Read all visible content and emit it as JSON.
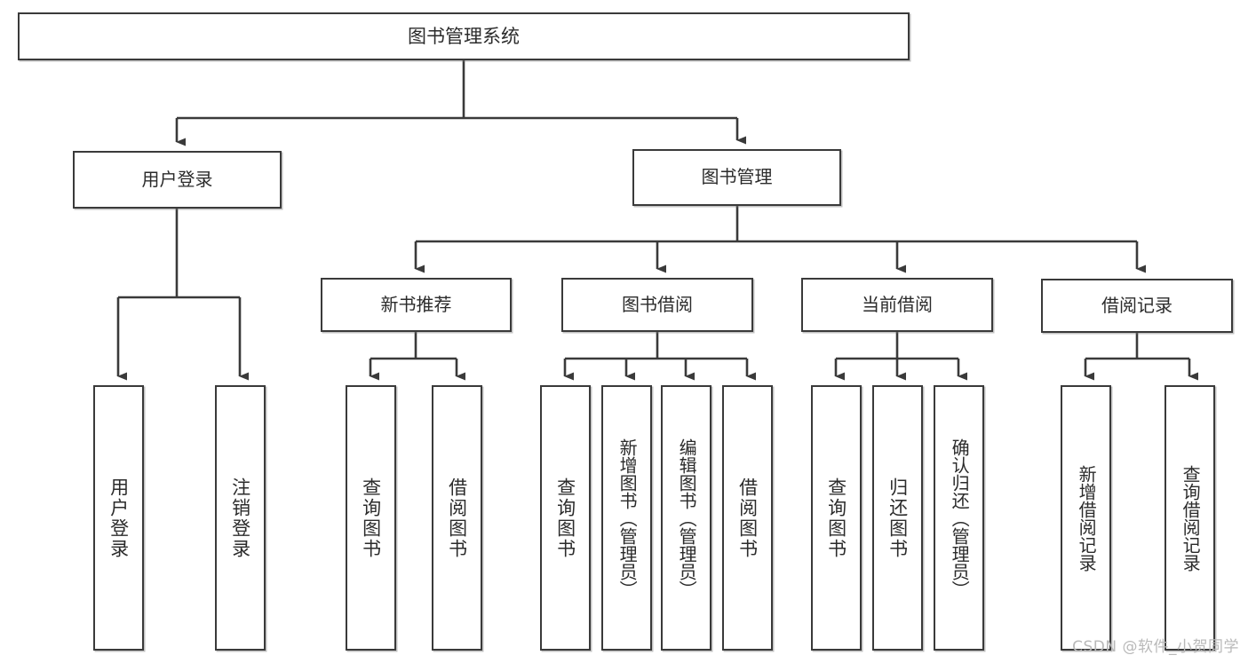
{
  "diagram": {
    "type": "tree-hierarchy-chart",
    "title": "图书管理系统",
    "colors": {
      "stroke": "#3a3a3a",
      "fill": "#ffffff",
      "text": "#2b2b2b",
      "watermark": "#b9b9b9"
    },
    "watermark": "CSDN @软件_小贺同学",
    "nodes": {
      "root": {
        "label": "图书管理系统"
      },
      "level2": [
        {
          "label": "用户登录"
        },
        {
          "label": "图书管理"
        }
      ],
      "level3": [
        {
          "label": "新书推荐"
        },
        {
          "label": "图书借阅"
        },
        {
          "label": "当前借阅"
        },
        {
          "label": "借阅记录"
        }
      ],
      "leaves": {
        "user_login": [
          {
            "label": "用户登录"
          },
          {
            "label": "注销登录"
          }
        ],
        "new_book_recommend": [
          {
            "label": "查询图书"
          },
          {
            "label": "借阅图书"
          }
        ],
        "book_borrow": [
          {
            "label": "查询图书"
          },
          {
            "label": "新增图书（管理员）"
          },
          {
            "label": "编辑图书（管理员）"
          },
          {
            "label": "借阅图书"
          }
        ],
        "current_borrow": [
          {
            "label": "查询图书"
          },
          {
            "label": "归还图书"
          },
          {
            "label": "确认归还（管理员）"
          }
        ],
        "borrow_records": [
          {
            "label": "新增借阅记录"
          },
          {
            "label": "查询借阅记录"
          }
        ]
      }
    }
  }
}
